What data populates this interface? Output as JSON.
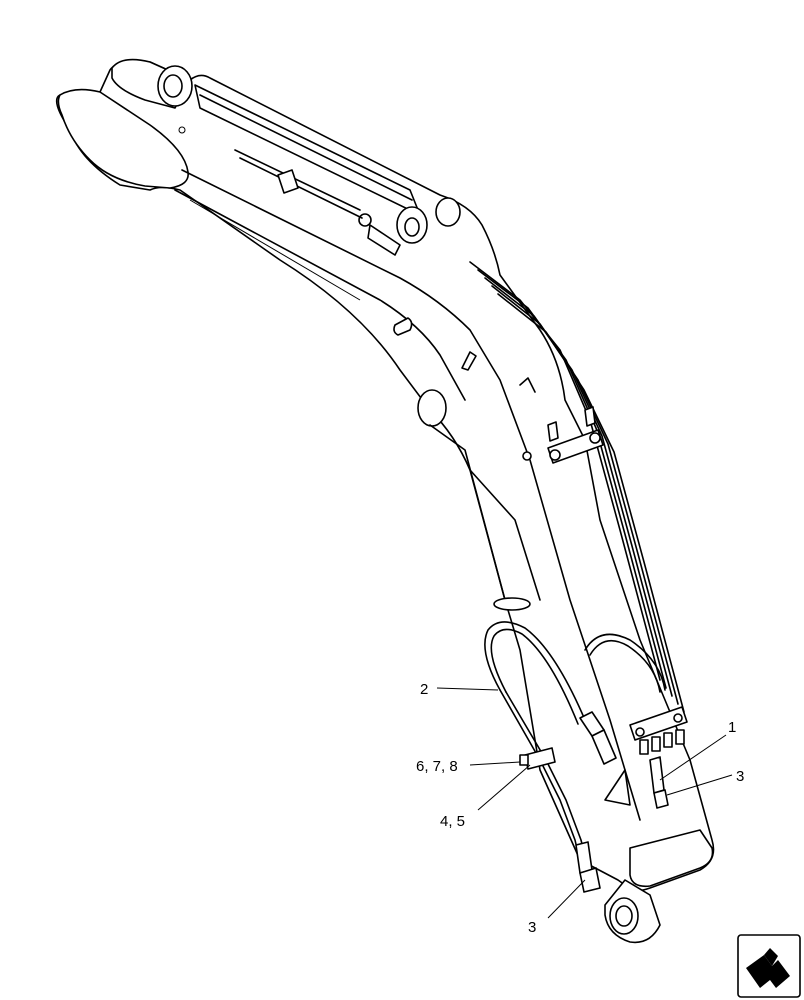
{
  "callouts": {
    "c1": "1",
    "c2": "2",
    "c3a": "3",
    "c3b": "3",
    "c45": "4, 5",
    "c678": "6, 7, 8"
  },
  "icons": {
    "nav": "page-navigation-arrow-icon"
  }
}
